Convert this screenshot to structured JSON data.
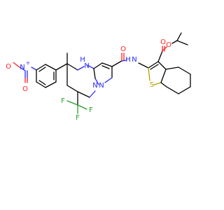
{
  "molecule": {
    "atom_labels": {
      "nitro_o_minus": "O",
      "nitro_minus_sign": "-",
      "nitro_n": "N",
      "nitro_plus_sign": "+",
      "nitro_o": "O",
      "amine_h": "H",
      "amine_n": "N",
      "ring_n1": "N",
      "ring_n2": "N",
      "amide_nh_h": "H",
      "amide_n": "N",
      "amide_o": "O",
      "ester_o_carbonyl": "O",
      "ester_o": "O",
      "thiophene_s": "S",
      "f1": "F",
      "f2": "F",
      "f3": "F"
    },
    "colors": {
      "carbon": "#000000",
      "nitrogen": "#2a2aff",
      "oxygen": "#ff2020",
      "fluorine": "#2a9a2a",
      "sulfur": "#b8a000"
    }
  }
}
